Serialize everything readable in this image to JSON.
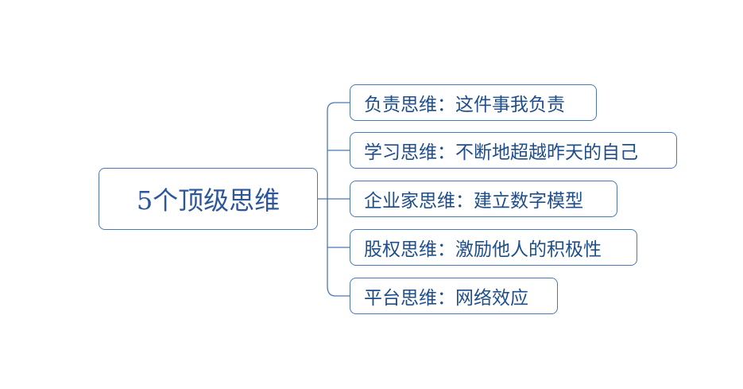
{
  "diagram": {
    "root": {
      "label": "5个顶级思维"
    },
    "children": [
      {
        "label": "负责思维：这件事我负责"
      },
      {
        "label": "学习思维：不断地超越昨天的自己"
      },
      {
        "label": "企业家思维：建立数字模型"
      },
      {
        "label": "股权思维：激励他人的积极性"
      },
      {
        "label": "平台思维：网络效应"
      }
    ],
    "colors": {
      "border": "#4a78b5",
      "text": "#2b579a",
      "connector": "#4a78b5"
    }
  }
}
